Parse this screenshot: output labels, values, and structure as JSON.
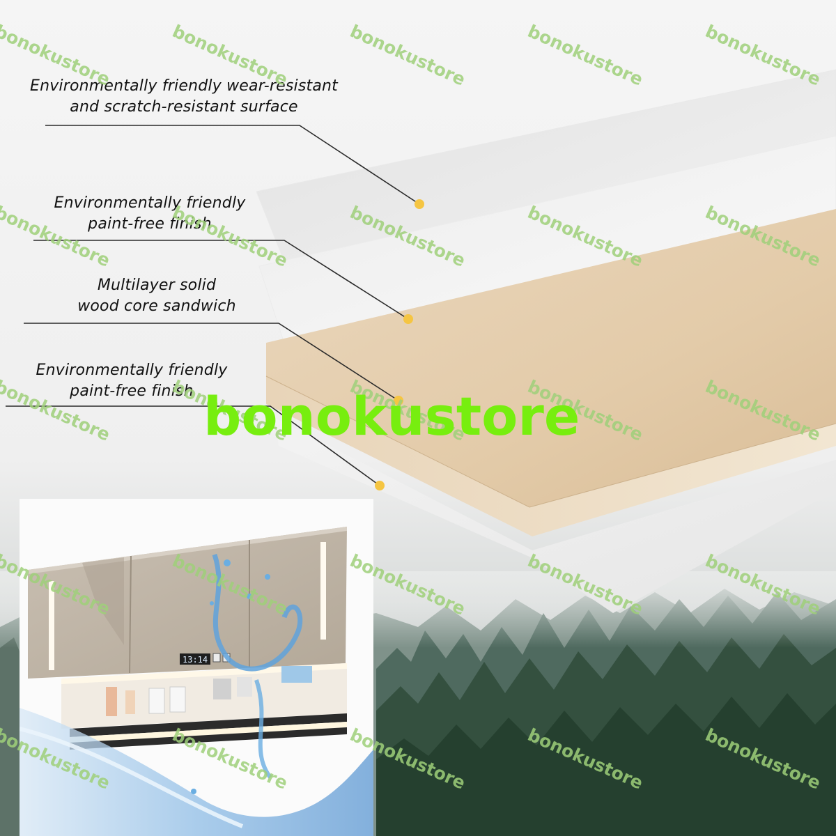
{
  "callouts": [
    {
      "line1": "Environmentally friendly wear-resistant",
      "line2": "and scratch-resistant surface"
    },
    {
      "line1": "Environmentally friendly",
      "line2": "paint-free finish"
    },
    {
      "line1": "Multilayer solid",
      "line2": "wood core sandwich"
    },
    {
      "line1": "Environmentally friendly",
      "line2": "paint-free finish"
    }
  ],
  "watermark": {
    "text": "bonokustore",
    "color": "#9fd07a"
  },
  "big_watermark": {
    "text": "bonokustore",
    "color": "#77ee0f"
  },
  "cabinet_clock": "13:14",
  "colors": {
    "dot": "#f5c542",
    "wood": "#e4cfb2",
    "forest": "#2f4a3f",
    "leader": "#2a2a2a"
  }
}
